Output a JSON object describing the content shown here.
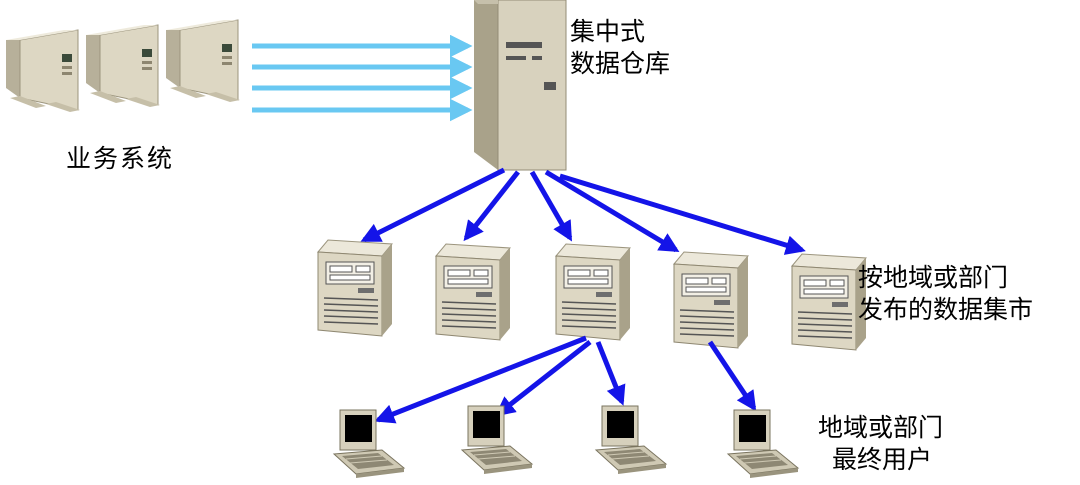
{
  "labels": {
    "business_systems": "业务系统",
    "central_dw": [
      "集中式",
      "数据仓库"
    ],
    "data_marts": [
      "按地域或部门",
      "发布的数据集市"
    ],
    "end_users": [
      "地域或部门",
      "最终用户"
    ]
  },
  "colors": {
    "arrow_light": "#69C8F2",
    "arrow_dark": "#1414E8",
    "server_body": "#D8D2BE",
    "server_shade": "#A9A28A",
    "screen": "#000000"
  },
  "icons": {
    "business_server": "tower-server-icon",
    "central_server": "mainframe-icon",
    "mart_server": "server-icon",
    "user_laptop": "laptop-icon"
  }
}
